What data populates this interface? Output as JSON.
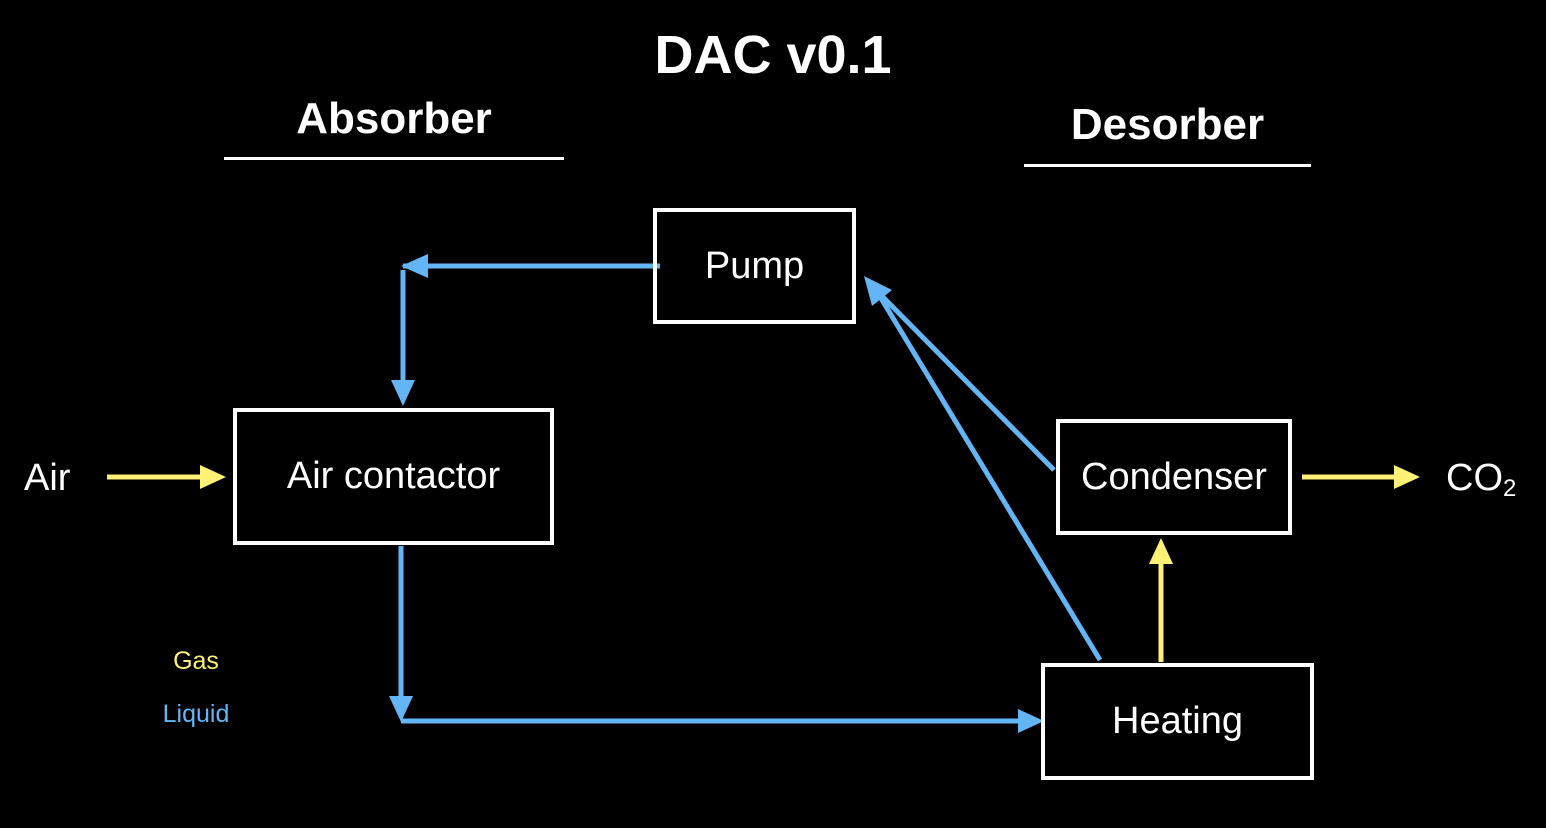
{
  "title": "DAC v0.1",
  "sections": {
    "absorber": "Absorber",
    "desorber": "Desorber"
  },
  "nodes": {
    "pump": "Pump",
    "air_contactor": "Air contactor",
    "condenser": "Condenser",
    "heating": "Heating"
  },
  "io": {
    "air_in": "Air",
    "co2_out_base": "CO",
    "co2_out_subscript": "2"
  },
  "legend": {
    "gas": "Gas",
    "liquid": "Liquid"
  },
  "colors": {
    "background": "#000000",
    "foreground": "#ffffff",
    "gas": "#fff176",
    "liquid": "#64b5f6"
  },
  "edges": [
    {
      "from": "Pump",
      "to": "Air contactor",
      "kind": "liquid"
    },
    {
      "from": "Air contactor",
      "to": "Heating",
      "kind": "liquid"
    },
    {
      "from": "Heating",
      "to": "Pump",
      "kind": "liquid"
    },
    {
      "from": "Condenser",
      "to": "Pump",
      "kind": "liquid"
    },
    {
      "from": "Heating",
      "to": "Condenser",
      "kind": "gas"
    },
    {
      "from": "Air",
      "to": "Air contactor",
      "kind": "gas"
    },
    {
      "from": "Condenser",
      "to": "CO2",
      "kind": "gas"
    }
  ]
}
